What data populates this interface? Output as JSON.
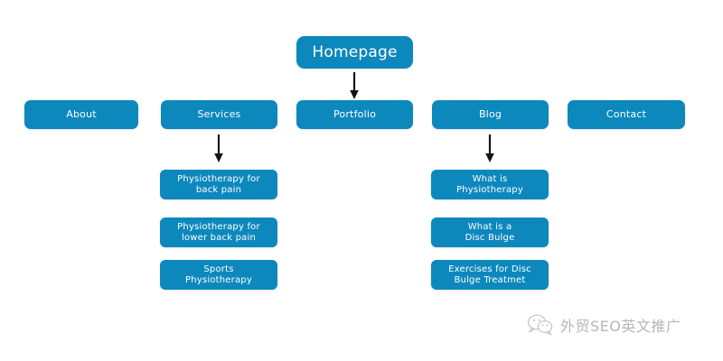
{
  "diagram": {
    "type": "sitemap-tree",
    "background_color": "#ffffff",
    "node_color": "#0d88bd",
    "node_text_color": "#ffffff",
    "arrow_color": "#141414",
    "root": {
      "id": "homepage",
      "label": "Homepage"
    },
    "level1": [
      {
        "id": "about",
        "label": "About",
        "has_children": false
      },
      {
        "id": "services",
        "label": "Services",
        "has_children": true
      },
      {
        "id": "portfolio",
        "label": "Portfolio",
        "has_children": false
      },
      {
        "id": "blog",
        "label": "Blog",
        "has_children": true
      },
      {
        "id": "contact",
        "label": "Contact",
        "has_children": false
      }
    ],
    "services_children": [
      {
        "id": "physio-back-pain",
        "label": "Physiotherapy for\nback pain"
      },
      {
        "id": "physio-lower-back-pain",
        "label": "Physiotherapy for\nlower back pain"
      },
      {
        "id": "sports-physio",
        "label": "Sports\nPhysiotherapy"
      }
    ],
    "blog_children": [
      {
        "id": "what-is-physiotherapy",
        "label": "What is\nPhysiotherapy"
      },
      {
        "id": "what-is-a-disc-bulge",
        "label": "What is a\nDisc Bulge"
      },
      {
        "id": "exercises-disc-bulge",
        "label": "Exercises for Disc\nBulge Treatmet"
      }
    ],
    "arrows": [
      {
        "id": "arrow-homepage-to-portfolio",
        "from": "homepage",
        "to": "portfolio",
        "direction": "down"
      },
      {
        "id": "arrow-services-to-children",
        "from": "services",
        "to": "physio-back-pain",
        "direction": "down"
      },
      {
        "id": "arrow-blog-to-children",
        "from": "blog",
        "to": "what-is-physiotherapy",
        "direction": "down"
      }
    ]
  },
  "watermark": {
    "icon": "wechat-icon",
    "text": "外贸SEO英文推广"
  }
}
